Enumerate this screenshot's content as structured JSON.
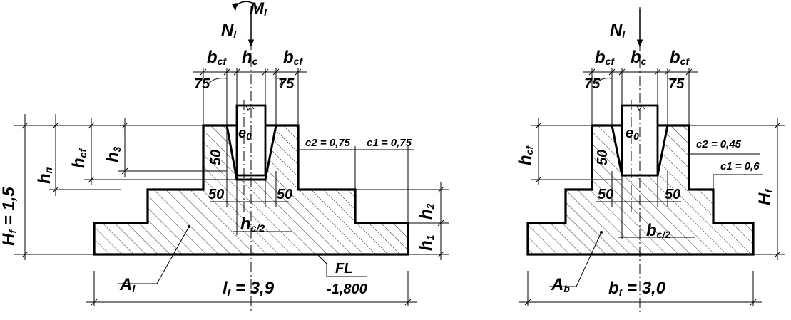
{
  "left": {
    "moment": "M",
    "moment_sub": "l",
    "force": "N",
    "force_sub": "l",
    "bcf_left": "b",
    "bcf_left_sub": "cf",
    "hc": "h",
    "hc_sub": "c",
    "bcf_right": "b",
    "bcf_right_sub": "cf",
    "dim75_left": "75",
    "dim75_right": "75",
    "e0": "e",
    "e0_sub": "0",
    "c2": "c2 = 0,75",
    "c1": "c1 = 0,75",
    "Hf": "H",
    "Hf_sub": "f",
    "Hf_value": " = 1,5",
    "hn": "h",
    "hn_sub": "п",
    "hcf": "h",
    "hcf_sub": "cf",
    "h3": "h",
    "h3_sub": "3",
    "dim50_vert": "50",
    "dim50_left": "50",
    "dim50_right": "50",
    "h2": "h",
    "h2_sub": "2",
    "h1": "h",
    "h1_sub": "1",
    "hc2": "h",
    "hc2_sub": "c/2",
    "area": "A",
    "area_sub": "l",
    "lf": "l",
    "lf_sub": "f",
    "lf_value": " = 3,9",
    "fl": "FL",
    "fl_value": "-1,800"
  },
  "right": {
    "force": "N",
    "force_sub": "l",
    "bcf_left": "b",
    "bcf_left_sub": "cf",
    "bc": "b",
    "bc_sub": "c",
    "bcf_right": "b",
    "bcf_right_sub": "cf",
    "dim75_left": "75",
    "dim75_right": "75",
    "e0": "e",
    "e0_sub": "0",
    "c2": "c2 = 0,45",
    "c1": "c1 = 0,6",
    "hcf": "h",
    "hcf_sub": "cf",
    "Hf": "H",
    "Hf_sub": "f",
    "dim50_vert": "50",
    "dim50_left": "50",
    "dim50_right": "50",
    "bc2": "b",
    "bc2_sub": "c/2",
    "area": "A",
    "area_sub": "b",
    "bf": "b",
    "bf_sub": "f",
    "bf_value": " = 3,0"
  }
}
